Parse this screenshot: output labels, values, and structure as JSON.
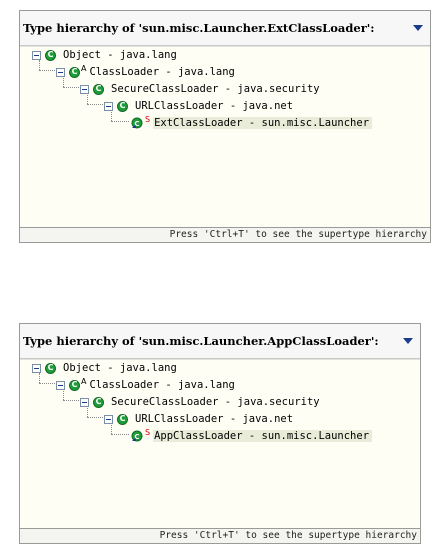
{
  "panels": [
    {
      "title": "Type hierarchy of 'sun.misc.Launcher.ExtClassLoader':",
      "status": "Press 'Ctrl+T' to see the supertype hierarchy",
      "nodes": [
        {
          "label": "Object - java.lang"
        },
        {
          "label": "ClassLoader - java.lang",
          "badge": "A"
        },
        {
          "label": "SecureClassLoader - java.security"
        },
        {
          "label": "URLClassLoader - java.net"
        },
        {
          "label": "ExtClassLoader - sun.misc.Launcher",
          "badge": "S"
        }
      ]
    },
    {
      "title": "Type hierarchy of 'sun.misc.Launcher.AppClassLoader':",
      "status": "Press 'Ctrl+T' to see the supertype hierarchy",
      "nodes": [
        {
          "label": "Object - java.lang"
        },
        {
          "label": "ClassLoader - java.lang",
          "badge": "A"
        },
        {
          "label": "SecureClassLoader - java.security"
        },
        {
          "label": "URLClassLoader - java.net"
        },
        {
          "label": "AppClassLoader - sun.misc.Launcher",
          "badge": "S"
        }
      ]
    }
  ],
  "colors": {
    "class_icon": "#1e9e3a",
    "selection": "#e8ecd8",
    "tree_bg": "#fffef5",
    "menu_arrow": "#1a3c8c"
  },
  "icons": {
    "class": "class-icon",
    "inner_class": "inner-class-icon",
    "collapse": "collapse-toggle-icon",
    "view_menu": "view-menu-icon"
  }
}
